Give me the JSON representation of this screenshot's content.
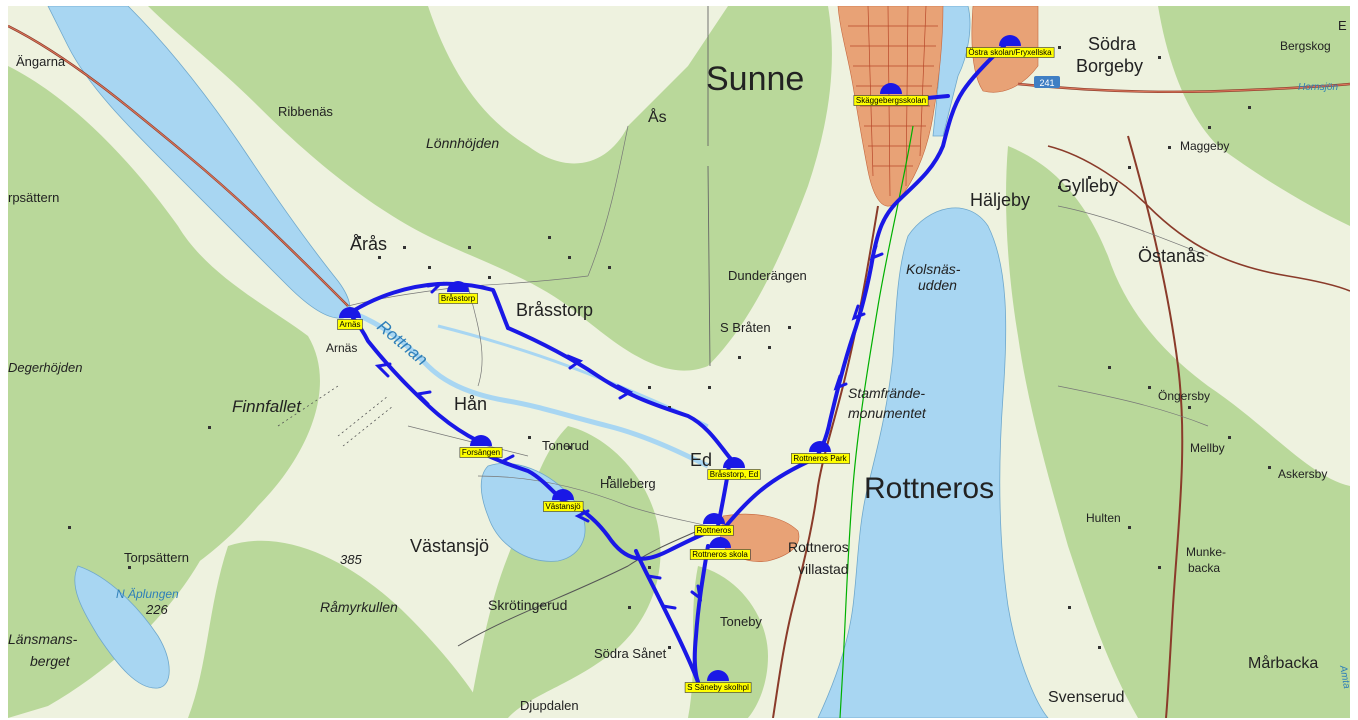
{
  "colors": {
    "land": "#eef2df",
    "forest": "#b9d89a",
    "water": "#a8d6f2",
    "town": "#e8a276",
    "route": "#1a18e6",
    "stop_label": "#ffff00"
  },
  "places": {
    "sunne": "Sunne",
    "rottneros": "Rottneros",
    "brasstorp": "Bråsstorp",
    "aras": "Årås",
    "han": "Hån",
    "vastansjo": "Västansjö",
    "sodra_borgeby_1": "Södra",
    "sodra_borgeby_2": "Borgeby",
    "gylleby": "Gylleby",
    "ostanas": "Östanås",
    "haljeby": "Häljeby",
    "as": "Ås",
    "angarna": "Ängarna",
    "ribbenas": "Ribbenäs",
    "lonnhojden": "Lönnhöjden",
    "rpsattern": "rpsättern",
    "arnas": "Arnäs",
    "degerhojden": "Degerhöjden",
    "finnfallet": "Finnfallet",
    "rottnan": "Rottnan",
    "tonerud": "Tonerud",
    "halleberg": "Hälleberg",
    "ed": "Ed",
    "s_braten": "S Bråten",
    "dunderangen": "Dunderängen",
    "kolsnas_1": "Kolsnäs-",
    "kolsnas_2": "udden",
    "stamfrande_1": "Stamfrände-",
    "stamfrande_2": "monumentet",
    "rottneros_villastad_1": "Rottneros",
    "rottneros_villastad_2": "villastad",
    "toneby": "Toneby",
    "sodra_saneby": "Södra Sånet",
    "djupdalen": "Djupdalen",
    "skrotingerud": "Skrötingerud",
    "ramyrkullen": "Råmyrkullen",
    "torpsattern": "Torpsättern",
    "n_aplungen": "N Äplungen",
    "lansmans_1": "Länsmans-",
    "lansmans_2": "berget",
    "maggeby": "Maggeby",
    "bergskog": "Bergskog",
    "ongersby": "Öngersby",
    "mellby": "Mellby",
    "askersby": "Askersby",
    "hulten": "Hulten",
    "munkebacka_1": "Munke-",
    "munkebacka_2": "backa",
    "marbacka": "Mårbacka",
    "svenserud": "Svenserud",
    "hornsjon": "Hornsjön",
    "amta": "Amta",
    "e_edge": "E"
  },
  "elevations": {
    "e385": "385",
    "e226": "226"
  },
  "road_shield": "241",
  "stops": [
    {
      "name": "Östra skolan/Fryxellska"
    },
    {
      "name": "Skäggebergsskolan"
    },
    {
      "name": "Bråsstorp"
    },
    {
      "name": "Arnäs"
    },
    {
      "name": "Forsängen"
    },
    {
      "name": "Västansjö"
    },
    {
      "name": "Bråsstorp, Ed"
    },
    {
      "name": "Rottneros Park"
    },
    {
      "name": "Rottneros"
    },
    {
      "name": "Rottneros skola"
    },
    {
      "name": "S Säneby skolhpl"
    }
  ]
}
